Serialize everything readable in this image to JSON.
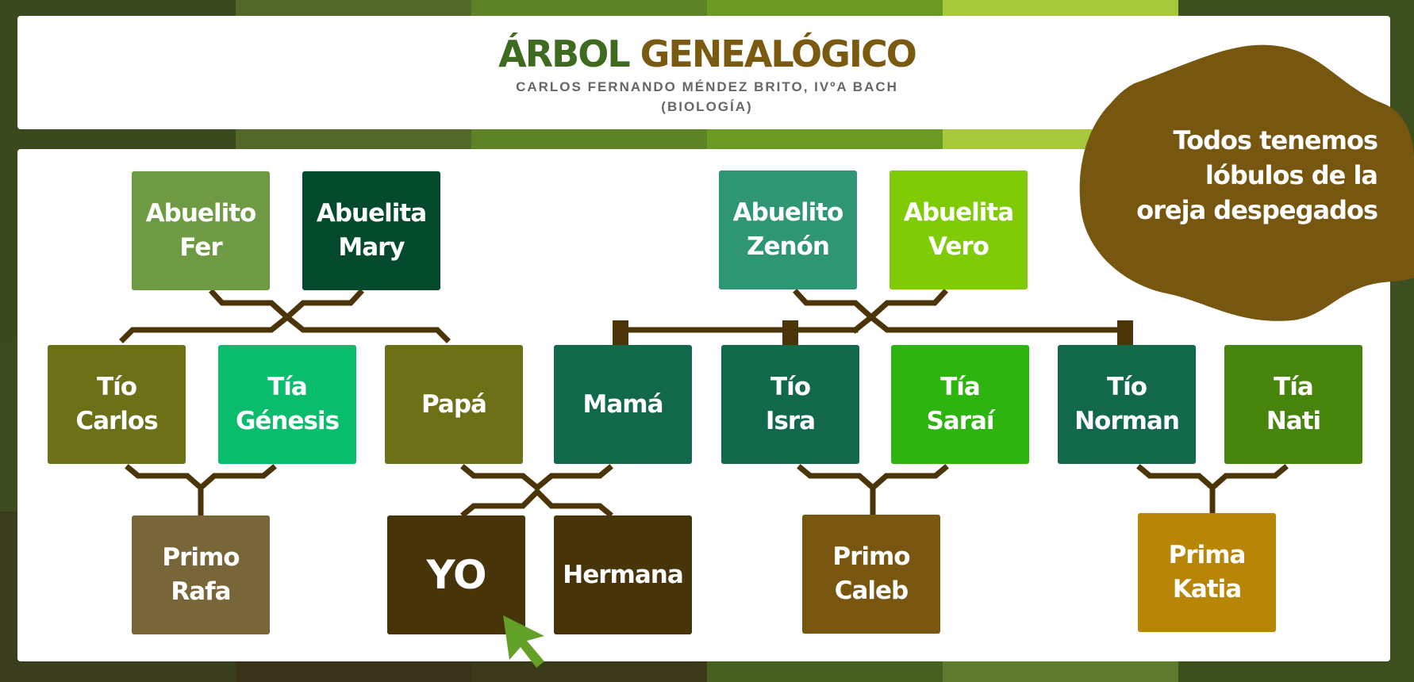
{
  "title": {
    "part1": "ÁRBOL",
    "part2": " GENEALÓGICO",
    "color1": "#3e6b1f",
    "color2": "#7a5a10"
  },
  "subtitle": "CARLOS FERNANDO MÉNDEZ BRITO, IVºA BACH\n(BIOLOGÍA)",
  "note": "Todos tenemos\nlóbulos de la\noreja despegados",
  "colors": {
    "frame_dark": "#3a4a1e",
    "connector": "#4a3408",
    "blob": "#77560f",
    "cursor": "#62a028"
  },
  "nodes": [
    {
      "id": "abuelito-fer",
      "label": "Abuelito\nFer",
      "color": "#6e9a44"
    },
    {
      "id": "abuelita-mary",
      "label": "Abuelita\nMary",
      "color": "#024a2b"
    },
    {
      "id": "abuelito-zenon",
      "label": "Abuelito\nZenón",
      "color": "#2e9672"
    },
    {
      "id": "abuelita-vero",
      "label": "Abuelita\nVero",
      "color": "#7ecb06"
    },
    {
      "id": "tio-carlos",
      "label": "Tío\nCarlos",
      "color": "#6c7016"
    },
    {
      "id": "tia-genesis",
      "label": "Tía\nGénesis",
      "color": "#0abd6d"
    },
    {
      "id": "papa",
      "label": "Papá",
      "color": "#6c7016"
    },
    {
      "id": "mama",
      "label": "Mamá",
      "color": "#12694a"
    },
    {
      "id": "tio-isra",
      "label": "Tío\nIsra",
      "color": "#12694a"
    },
    {
      "id": "tia-sarai",
      "label": "Tía\nSaraí",
      "color": "#2db40e"
    },
    {
      "id": "tio-norman",
      "label": "Tío\nNorman",
      "color": "#12694a"
    },
    {
      "id": "tia-nati",
      "label": "Tía\nNati",
      "color": "#46840c"
    },
    {
      "id": "primo-rafa",
      "label": "Primo\nRafa",
      "color": "#786638"
    },
    {
      "id": "yo",
      "label": "YO",
      "color": "#473409"
    },
    {
      "id": "hermana",
      "label": "Hermana",
      "color": "#473409"
    },
    {
      "id": "primo-caleb",
      "label": "Primo\nCaleb",
      "color": "#785610"
    },
    {
      "id": "prima-katia",
      "label": "Prima\nKatia",
      "color": "#b88606"
    }
  ]
}
